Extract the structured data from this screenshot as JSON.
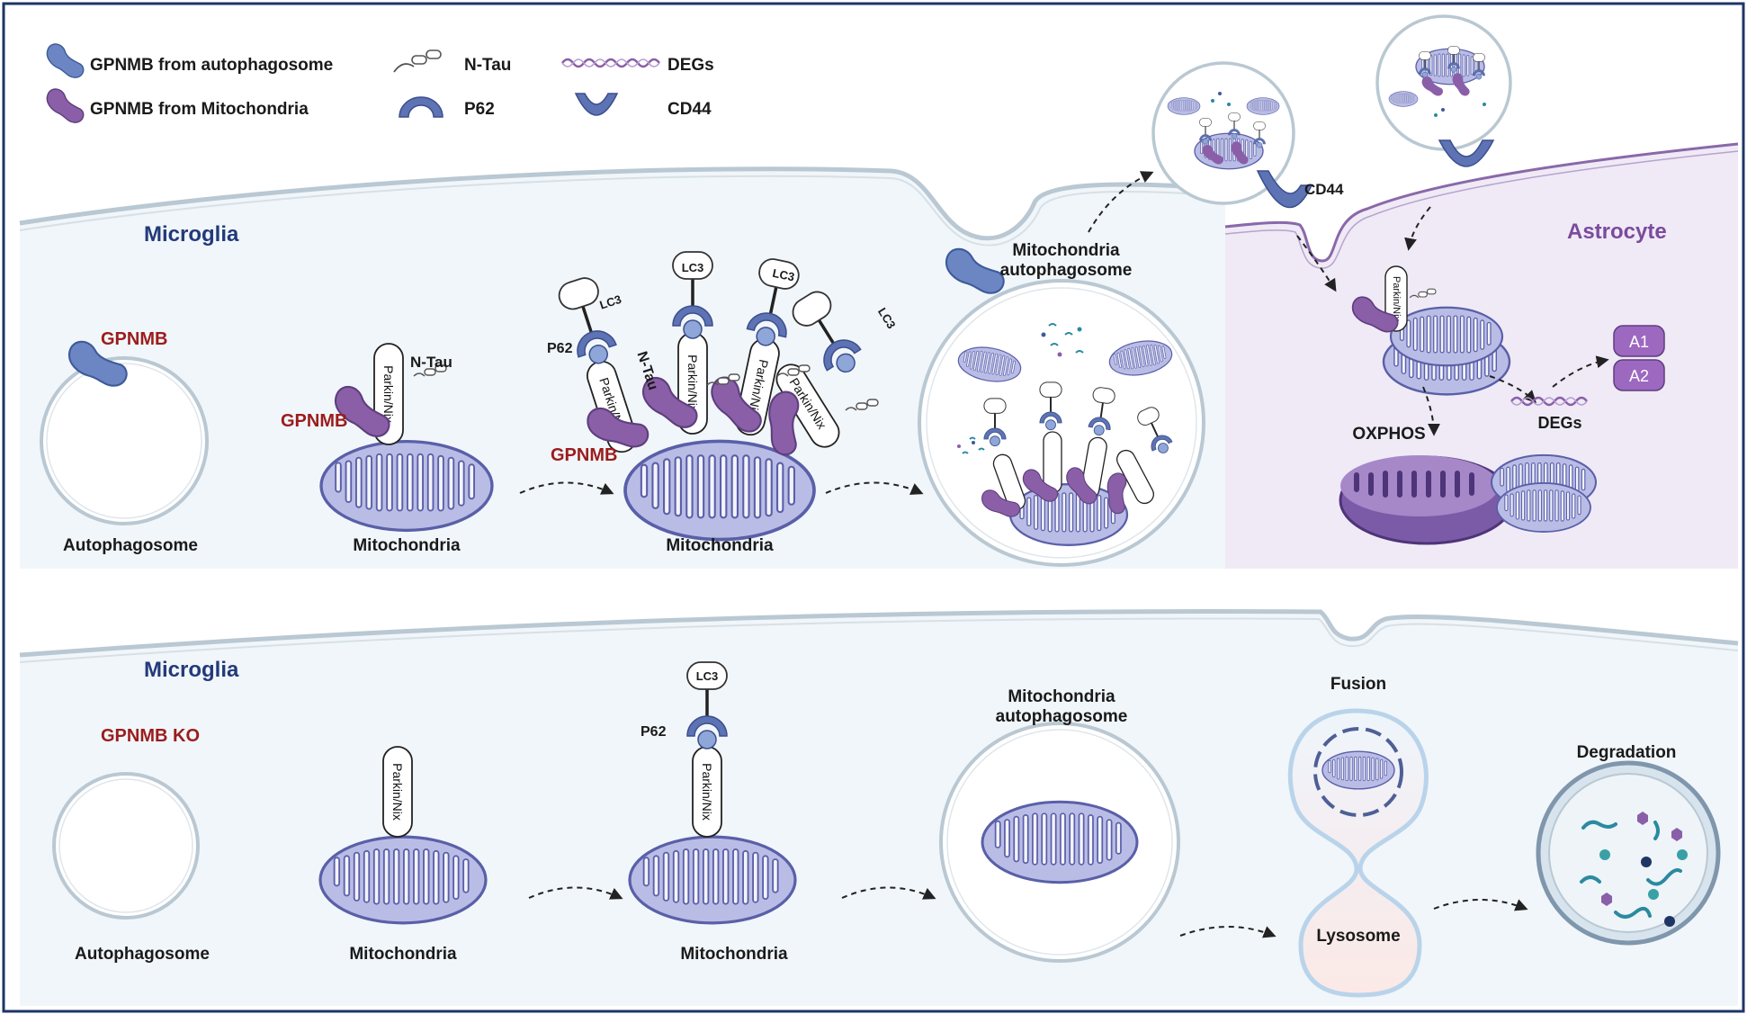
{
  "legend": {
    "gpnmb_autophagosome": "GPNMB from autophagosome",
    "gpnmb_mitochondria": "GPNMB from Mitochondria",
    "n_tau": "N-Tau",
    "p62": "P62",
    "degs": "DEGs",
    "cd44": "CD44"
  },
  "top": {
    "microglia": "Microglia",
    "astrocyte": "Astrocyte",
    "gpnmb": "GPNMB",
    "autophagosome": "Autophagosome",
    "mitochondria": "Mitochondria",
    "parkin_nix": "Parkin/Nix",
    "n_tau": "N-Tau",
    "p62": "P62",
    "lc3": "LC3",
    "mito_autophagosome_line1": "Mitochondria",
    "mito_autophagosome_line2": "autophagosome",
    "cd44": "CD44",
    "oxphos": "OXPHOS",
    "degs": "DEGs",
    "a1": "A1",
    "a2": "A2"
  },
  "bottom": {
    "microglia": "Microglia",
    "gpnmb_ko": "GPNMB KO",
    "autophagosome": "Autophagosome",
    "mitochondria": "Mitochondria",
    "parkin_nix": "Parkin/Nix",
    "p62": "P62",
    "lc3": "LC3",
    "mito_autophagosome_line1": "Mitochondria",
    "mito_autophagosome_line2": "autophagosome",
    "fusion": "Fusion",
    "lysosome": "Lysosome",
    "degradation": "Degradation"
  },
  "colors": {
    "border": "#1f3566",
    "cell_fill": "#f1f6fa",
    "astro_fill": "#efeaf6",
    "membrane": "#b9c8d2",
    "astro_membrane": "#8a68a9",
    "mito_fill": "#b9bde6",
    "mito_stroke": "#5a5fa8",
    "gpnmb_blue": "#6b86c2",
    "gpnmb_purple": "#8a5fa8",
    "microglia_text": "#233a7a",
    "astro_text": "#7b4a9c",
    "gpnmb_text": "#9b1c1c"
  }
}
